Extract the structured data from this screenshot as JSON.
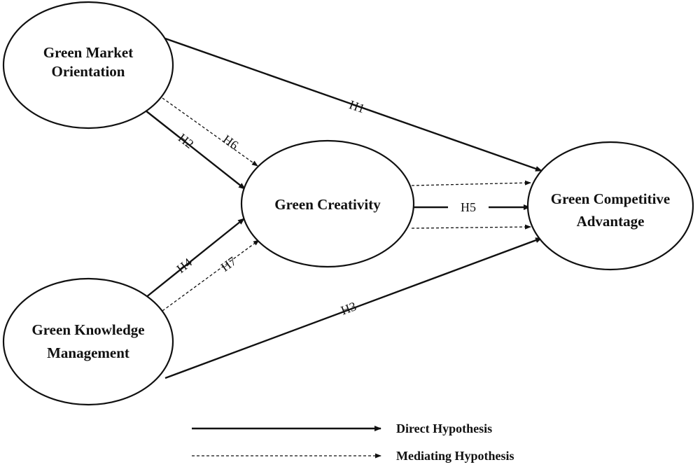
{
  "nodes": {
    "gmo": {
      "lines": [
        "Green Market",
        "Orientation"
      ]
    },
    "gkm": {
      "lines": [
        "Green Knowledge",
        "Management"
      ]
    },
    "gc": {
      "lines": [
        "Green Creativity"
      ]
    },
    "gca": {
      "lines": [
        "Green Competitive",
        "Advantage"
      ]
    }
  },
  "edges": {
    "h1": {
      "label": "H1",
      "type": "direct"
    },
    "h2": {
      "label": "H2",
      "type": "direct"
    },
    "h3": {
      "label": "H3",
      "type": "direct"
    },
    "h4": {
      "label": "H4",
      "type": "direct"
    },
    "h5": {
      "label": "H5",
      "type": "direct"
    },
    "h6": {
      "label": "H6",
      "type": "mediating"
    },
    "h7": {
      "label": "H7",
      "type": "mediating"
    }
  },
  "legend": {
    "direct": "Direct Hypothesis",
    "mediating": "Mediating Hypothesis"
  },
  "colors": {
    "stroke": "#111111",
    "background": "#ffffff"
  }
}
